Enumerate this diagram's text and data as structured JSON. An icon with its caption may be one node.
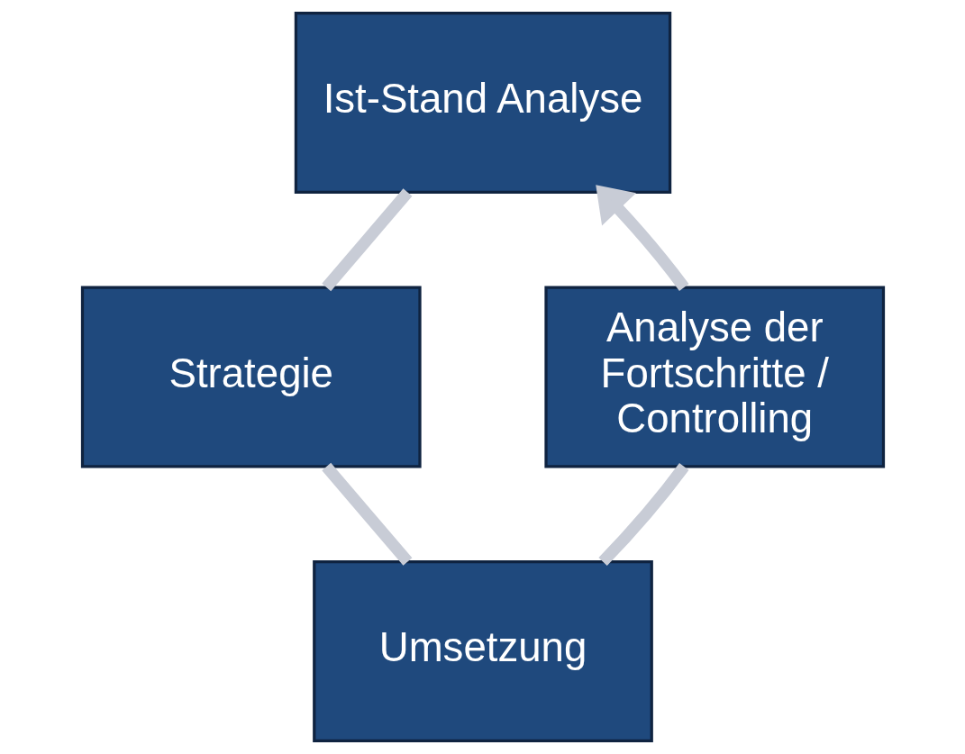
{
  "diagram": {
    "nodes": [
      {
        "text": [
          "Ist-Stand Analyse"
        ]
      },
      {
        "text": [
          "Strategie"
        ]
      },
      {
        "text": [
          "Umsetzung"
        ]
      },
      {
        "text": [
          "Analyse der Fortschritte / Controlling"
        ]
      }
    ],
    "edges": [
      {
        "from": 0,
        "to": 1,
        "arrow": "none"
      },
      {
        "from": 1,
        "to": 2,
        "arrow": "none"
      },
      {
        "from": 2,
        "to": 3,
        "arrow": "none"
      },
      {
        "from": 3,
        "to": 0,
        "arrow": "to"
      }
    ]
  }
}
